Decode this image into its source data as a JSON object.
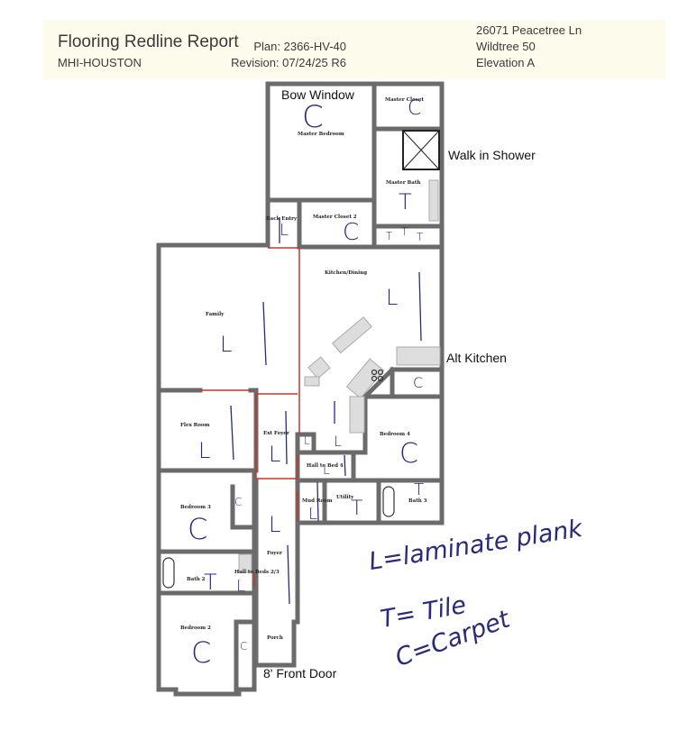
{
  "header": {
    "title": "Flooring Redline Report",
    "subtitle": "MHI-HOUSTON",
    "plan_label": "Plan:  2366-HV-40",
    "revision_label": "Revision:  07/24/25 R6",
    "address_line1": "26071 Peacetree Ln",
    "address_line2": "Wildtree 50",
    "address_line3": "Elevation A"
  },
  "annotations": {
    "bow_window": "Bow Window",
    "walk_in_shower": "Walk in Shower",
    "alt_kitchen": "Alt Kitchen",
    "front_door": "8' Front Door"
  },
  "rooms": {
    "master_closet": "Master Closet",
    "master_bedroom": "Master Bedroom",
    "master_bath": "Master Bath",
    "back_entry": "Back Entry",
    "master_closet_2": "Master Closet 2",
    "kitchen_dining": "Kitchen/Dining",
    "family": "Family",
    "flex_room": "Flex Room",
    "ext_foyer": "Ext Foyer",
    "hall_to_bed4": "Hall to Bed 4",
    "bedroom_4": "Bedroom 4",
    "mud_room": "Mud Room",
    "utility": "Utility",
    "bath_3": "Bath 3",
    "bedroom_3": "Bedroom 3",
    "bath_2": "Bath 2",
    "hall_to_beds": "Hall to Beds 2/3",
    "foyer": "Foyer",
    "bedroom_2": "Bedroom 2",
    "porch": "Porch"
  },
  "flooring_marks": {
    "master_bedroom": "C",
    "master_closet": "C",
    "master_bath": "T",
    "master_bath_wc1": "T",
    "master_bath_wc2": "T",
    "master_bath_wc3": "T",
    "back_entry": "L",
    "master_closet_2": "C",
    "kitchen_dining": "L",
    "family": "L",
    "flex_room": "L",
    "ext_foyer": "L",
    "small_closet": "L",
    "kitchen_hall": "L",
    "hall_to_bed4": "L",
    "bedroom_4": "C",
    "bedroom_4_closet": "C",
    "mud_room": "L",
    "utility": "T",
    "bath_3": "T",
    "bedroom_3": "C",
    "bedroom_3_closet": "C",
    "bath_2": "T",
    "hall_to_beds": "L",
    "foyer": "L",
    "bedroom_2": "C",
    "bedroom_2_closet": "C"
  },
  "legend": {
    "laminate": "L=laminate plank",
    "tile": "T= Tile",
    "carpet": "C=Carpet"
  },
  "colors": {
    "wall": "#6b6b6b",
    "redline": "#c0392b",
    "ink": "#2a2a7a",
    "header_bg": "#fdfbec"
  }
}
